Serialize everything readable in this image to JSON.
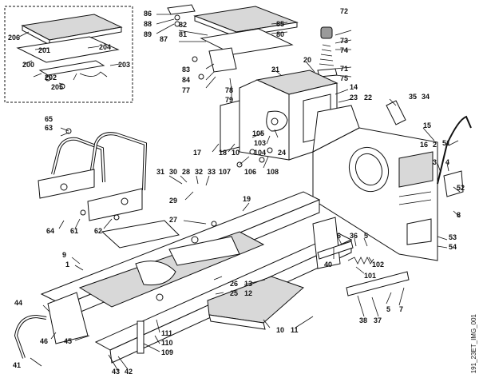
{
  "diagram": {
    "code": "191_23ET_IMG_001",
    "callouts": [
      "1",
      "2",
      "3",
      "4",
      "5",
      "6",
      "7",
      "8",
      "9",
      "10",
      "11",
      "12",
      "13",
      "14",
      "15",
      "16",
      "17",
      "18",
      "19",
      "20",
      "21",
      "22",
      "23",
      "24",
      "25",
      "26",
      "27",
      "28",
      "29",
      "30",
      "31",
      "32",
      "33",
      "34",
      "35",
      "36",
      "37",
      "38",
      "40",
      "41",
      "42",
      "43",
      "44",
      "45",
      "46",
      "51",
      "52",
      "53",
      "54",
      "61",
      "62",
      "63",
      "64",
      "65",
      "71",
      "72",
      "73",
      "74",
      "75",
      "77",
      "78",
      "79",
      "80",
      "81",
      "82",
      "83",
      "84",
      "85",
      "86",
      "87",
      "88",
      "89",
      "101",
      "102",
      "103",
      "104",
      "105",
      "106",
      "107",
      "108",
      "109",
      "110",
      "111",
      "200",
      "201",
      "202",
      "203",
      "204",
      "205",
      "206"
    ]
  }
}
